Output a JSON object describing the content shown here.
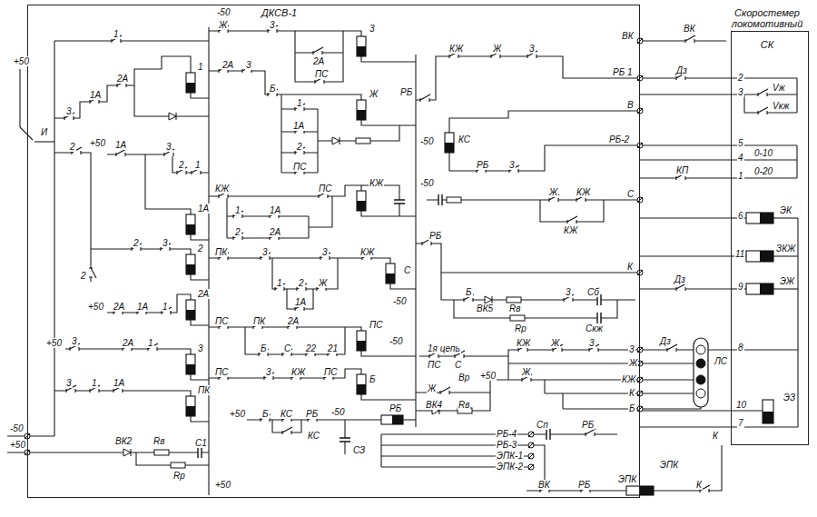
{
  "diagram": {
    "nodes": [
      {
        "text": [
          "ДКСВ-1"
        ]
      },
      {
        "text": [
          "Скоростемер локомотивный",
          "СК"
        ]
      }
    ],
    "edges": [
      {
        "from": 0,
        "to": 1,
        "arrow": "none"
      },
      {
        "from": 0,
        "to": 1,
        "arrow": "none"
      },
      {
        "from": 0,
        "to": 1,
        "arrow": "none"
      },
      {
        "from": 0,
        "to": 1,
        "arrow": "none"
      },
      {
        "from": 0,
        "to": 1,
        "arrow": "none"
      },
      {
        "from": 0,
        "to": 1,
        "arrow": "none"
      },
      {
        "from": 0,
        "to": 1,
        "arrow": "none"
      },
      {
        "from": 0,
        "to": 1,
        "arrow": "none"
      },
      {
        "from": 0,
        "to": 1,
        "arrow": "none"
      },
      {
        "from": 0,
        "to": 1,
        "arrow": "none"
      },
      {
        "from": 0,
        "to": 1,
        "arrow": "none"
      }
    ],
    "labels": [
      "+50",
      "И",
      "1",
      "3",
      "1A",
      "2A",
      "1",
      "-50",
      "2",
      "+50",
      "1A",
      "3",
      "2",
      "1",
      "1A",
      "2",
      "3",
      "2",
      "2",
      "+50",
      "2A",
      "1A",
      "1",
      "2A",
      "+50",
      "3",
      "2A",
      "1",
      "3",
      "3",
      "1",
      "1A",
      "ПК",
      "-50",
      "+50",
      "ВК2",
      "Rв",
      "С1",
      "Rр",
      "+50",
      "Ж",
      "3",
      "2A",
      "3",
      "2A",
      "3",
      "ПС",
      "РБ",
      "Б",
      "Ж",
      "1",
      "1A",
      "2",
      "ПС",
      "КЖ",
      "ПС",
      "КЖ",
      "1",
      "1A",
      "2",
      "2A",
      "ПК",
      "3",
      "3",
      "КЖ",
      "С",
      "1",
      "2",
      "Ж",
      "-50",
      "1A",
      "ПС",
      "ПК",
      "2A",
      "ПС",
      "-50",
      "Б",
      "С",
      "22",
      "21",
      "ПС",
      "3",
      "КЖ",
      "ПС",
      "Б",
      "+50",
      "Б",
      "КС",
      "РБ",
      "-50",
      "РБ",
      "КС",
      "СЗ",
      "КЖ",
      "Ж",
      "3",
      "-50",
      "КС",
      "РБ",
      "3",
      "-50",
      "Ж",
      "КЖ",
      "КЖ",
      "РБ",
      "Б",
      "ВК5",
      "Rв",
      "3",
      "Сб",
      "Rр",
      "Скж",
      "1я цепь",
      "КЖ",
      "Ж",
      "3",
      "ПС",
      "С",
      "+50",
      "Вр",
      "Ж",
      "ВК4",
      "Rв",
      "Ж",
      "РБ-4",
      "РБ-3",
      "ЭПК-1",
      "ЭПК-2",
      "Сп",
      "РБ",
      "ВК",
      "РБ",
      "ЭПК",
      "ЭПК",
      "К",
      "К",
      "ВК",
      "РБ 1",
      "В",
      "РБ-2",
      "С",
      "К",
      "3",
      "Ж",
      "КЖ",
      "К",
      "Б",
      "ВК",
      "Дз",
      "КП",
      "Дз",
      "Дз",
      "ЛС",
      "2",
      "3",
      "Vж",
      "Vкж",
      "5",
      "4",
      "0-10",
      "1",
      "0-20",
      "6",
      "ЭК",
      "11",
      "ЗКЖ",
      "9",
      "ЭЖ",
      "8",
      "10",
      "ЭЗ",
      "7"
    ]
  }
}
